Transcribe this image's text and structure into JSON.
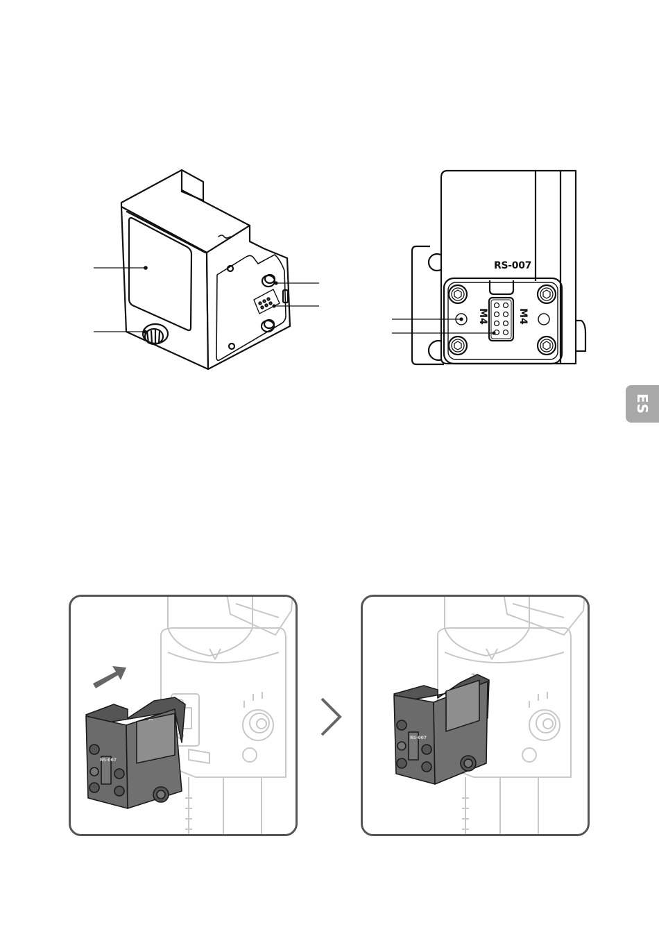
{
  "side_tab": {
    "label": "ES"
  },
  "rear_view": {
    "model_label": "RS-007",
    "mount_label_left": "M4",
    "mount_label_right": "M4"
  },
  "step_arrow_icon": "chevron-right-icon",
  "colors": {
    "tab_gray": "#a8a8a8",
    "line_black": "#111111",
    "panel_border": "#555555",
    "module_dark": "#6b6b6b",
    "gimbal_light": "#c8c8c8"
  }
}
